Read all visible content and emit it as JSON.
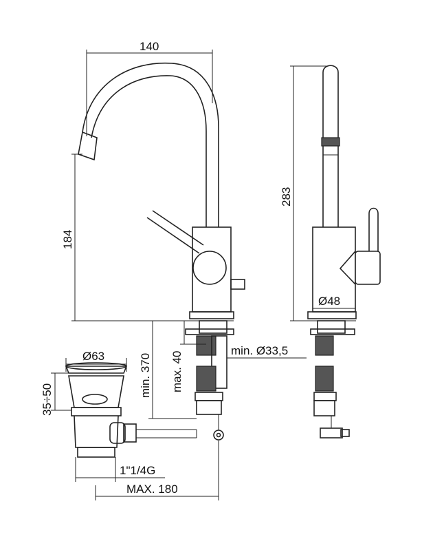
{
  "dimensions": {
    "width_140": "140",
    "height_184": "184",
    "height_283": "283",
    "diameter_48": "Ø48",
    "diameter_63": "Ø63",
    "range_35_50": "35÷50",
    "min_370": "min. 370",
    "max_40": "max. 40",
    "min_hole": "min. Ø33,5",
    "thread": "1\"1/4G",
    "max_180": "MAX. 180"
  },
  "colors": {
    "line": "#222222",
    "hose": "#555555",
    "background": "#ffffff"
  }
}
